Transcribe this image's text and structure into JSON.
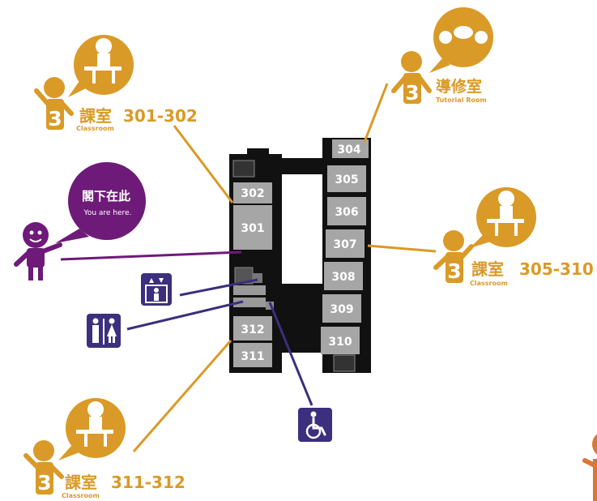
{
  "floor_number": "3",
  "rooms": [
    {
      "id": "r301",
      "label": "301"
    },
    {
      "id": "r302",
      "label": "302"
    },
    {
      "id": "r304",
      "label": "304"
    },
    {
      "id": "r305",
      "label": "305"
    },
    {
      "id": "r306",
      "label": "306"
    },
    {
      "id": "r307",
      "label": "307"
    },
    {
      "id": "r308",
      "label": "308"
    },
    {
      "id": "r309",
      "label": "309"
    },
    {
      "id": "r310",
      "label": "310"
    },
    {
      "id": "r311",
      "label": "311"
    },
    {
      "id": "r312",
      "label": "312"
    }
  ],
  "callouts": {
    "classroom_301_302": {
      "title": "課室",
      "subtitle": "Classroom",
      "range": "301-302"
    },
    "tutorial_room": {
      "title": "導修室",
      "subtitle": "Tutorial Room"
    },
    "you_are_here": {
      "title": "閣下在此",
      "subtitle": "You are here."
    },
    "classroom_305_310": {
      "title": "課室",
      "subtitle": "Classroom",
      "range": "305-310"
    },
    "classroom_311_312": {
      "title": "課室",
      "subtitle": "Classroom",
      "range": "311-312"
    }
  },
  "facility_icons": [
    "elevator-icon",
    "restroom-icon",
    "accessible-icon"
  ],
  "colors": {
    "classroom": "#D99A27",
    "you_are_here": "#6E1A79",
    "facility": "#3B2F7E",
    "building": "#111111",
    "room": "#A6A6A6",
    "partial_figure": "#D87836"
  }
}
